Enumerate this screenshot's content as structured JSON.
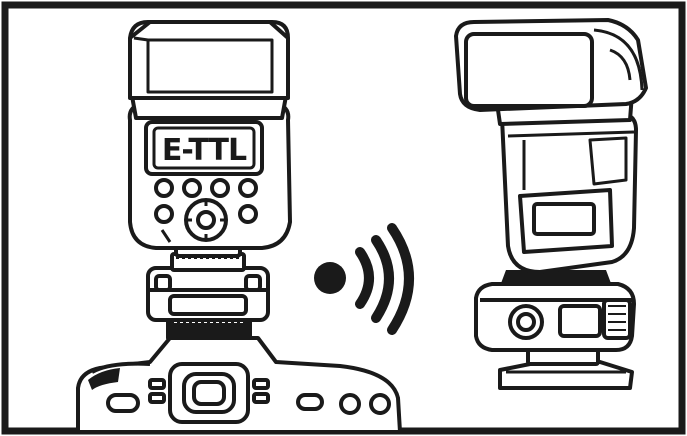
{
  "illustration": {
    "left_flash": {
      "lcd_text": "E-TTL",
      "mode": "transmitter-on-camera"
    },
    "signal": {
      "icon": "wireless-signal-icon",
      "waves": 3
    },
    "right_flash": {
      "mode": "receiver-off-camera"
    },
    "colors": {
      "ink": "#1a1a1a",
      "paper": "#ffffff"
    }
  }
}
